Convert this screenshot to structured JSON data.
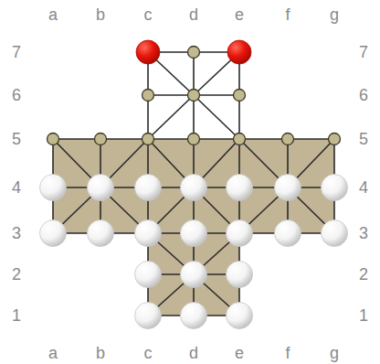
{
  "diagram": {
    "labels": [
      "a",
      "b",
      "c",
      "d",
      "e",
      "f",
      "g",
      "7",
      "7",
      "6",
      "6",
      "5",
      "5",
      "4",
      "4",
      "3",
      "3",
      "2",
      "2",
      "1",
      "1",
      "a",
      "b",
      "c",
      "d",
      "e",
      "f",
      "g"
    ]
  }
}
